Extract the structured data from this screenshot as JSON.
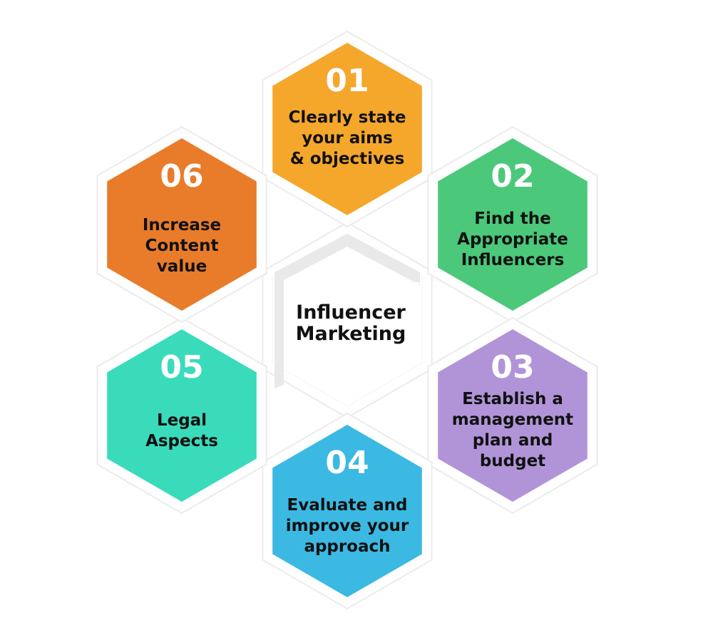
{
  "center": {
    "lines": [
      "Influencer",
      "Marketing"
    ]
  },
  "steps": [
    {
      "number": "01",
      "lines": [
        "Clearly state",
        "your aims",
        "& objectives"
      ],
      "color": "#F5A72B"
    },
    {
      "number": "02",
      "lines": [
        "Find the",
        "Appropriate",
        "Influencers"
      ],
      "color": "#4BC87A"
    },
    {
      "number": "03",
      "lines": [
        "Establish a",
        "management",
        "plan and",
        "budget"
      ],
      "color": "#B194D8"
    },
    {
      "number": "04",
      "lines": [
        "Evaluate and",
        "improve your",
        "approach"
      ],
      "color": "#3BB9E3"
    },
    {
      "number": "05",
      "lines": [
        "Legal",
        "Aspects"
      ],
      "color": "#3ADBBB"
    },
    {
      "number": "06",
      "lines": [
        "Increase",
        "Content",
        "value"
      ],
      "color": "#E97C2A"
    }
  ],
  "colors": {
    "outline": "#EBEBEB",
    "center_accent": "#E9E9E9"
  }
}
